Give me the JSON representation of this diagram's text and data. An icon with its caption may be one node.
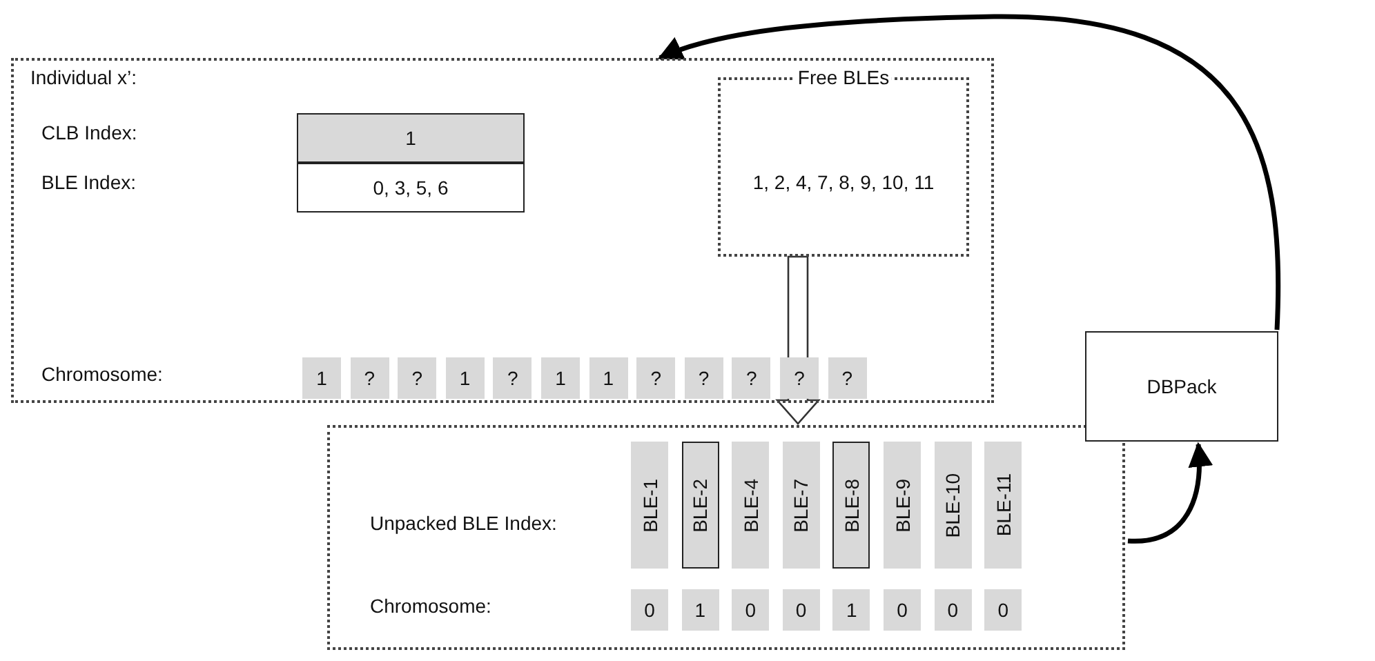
{
  "diagram": {
    "nodes": [
      {
        "text": [
          "Individual x’:"
        ]
      },
      {
        "text": [
          "1"
        ],
        "in": 0
      },
      {
        "text": [
          "0, 3, 5, 6"
        ],
        "in": 0
      },
      {
        "text": [
          "Free BLEs",
          "1, 2, 4, 7, 8, 9, 10, 11"
        ],
        "in": 0
      },
      {
        "text": [
          "1"
        ],
        "in": 0
      },
      {
        "text": [
          "?"
        ],
        "in": 0
      },
      {
        "text": [
          "?"
        ],
        "in": 0
      },
      {
        "text": [
          "1"
        ],
        "in": 0
      },
      {
        "text": [
          "?"
        ],
        "in": 0
      },
      {
        "text": [
          "1"
        ],
        "in": 0
      },
      {
        "text": [
          "1"
        ],
        "in": 0
      },
      {
        "text": [
          "?"
        ],
        "in": 0
      },
      {
        "text": [
          "?"
        ],
        "in": 0
      },
      {
        "text": [
          "?"
        ],
        "in": 0
      },
      {
        "text": [
          "?"
        ],
        "in": 0
      },
      {
        "text": [
          "?"
        ],
        "in": 0
      },
      {
        "text": [],
        "shape": "box"
      },
      {
        "text": [
          "BLE-1"
        ],
        "in": 16
      },
      {
        "text": [
          "BLE-2"
        ],
        "in": 16
      },
      {
        "text": [
          "BLE-4"
        ],
        "in": 16
      },
      {
        "text": [
          "BLE-7"
        ],
        "in": 16
      },
      {
        "text": [
          "BLE-8"
        ],
        "in": 16
      },
      {
        "text": [
          "BLE-9"
        ],
        "in": 16
      },
      {
        "text": [
          "BLE-10"
        ],
        "in": 16
      },
      {
        "text": [
          "BLE-11"
        ],
        "in": 16
      },
      {
        "text": [
          "0"
        ],
        "in": 16
      },
      {
        "text": [
          "1"
        ],
        "in": 16
      },
      {
        "text": [
          "0"
        ],
        "in": 16
      },
      {
        "text": [
          "0"
        ],
        "in": 16
      },
      {
        "text": [
          "1"
        ],
        "in": 16
      },
      {
        "text": [
          "0"
        ],
        "in": 16
      },
      {
        "text": [
          "0"
        ],
        "in": 16
      },
      {
        "text": [
          "0"
        ],
        "in": 16
      },
      {
        "text": [
          "DBPack"
        ]
      }
    ],
    "edges": [
      {
        "from": 3,
        "to": 16,
        "arrow": "to"
      },
      {
        "from": 16,
        "to": 33,
        "arrow": "to"
      },
      {
        "from": 33,
        "to": 0,
        "arrow": "to"
      }
    ],
    "labels": [
      "CLB Index:",
      "BLE Index:",
      "Chromosome:",
      "Unpacked BLE Index:",
      "Chromosome:"
    ]
  }
}
